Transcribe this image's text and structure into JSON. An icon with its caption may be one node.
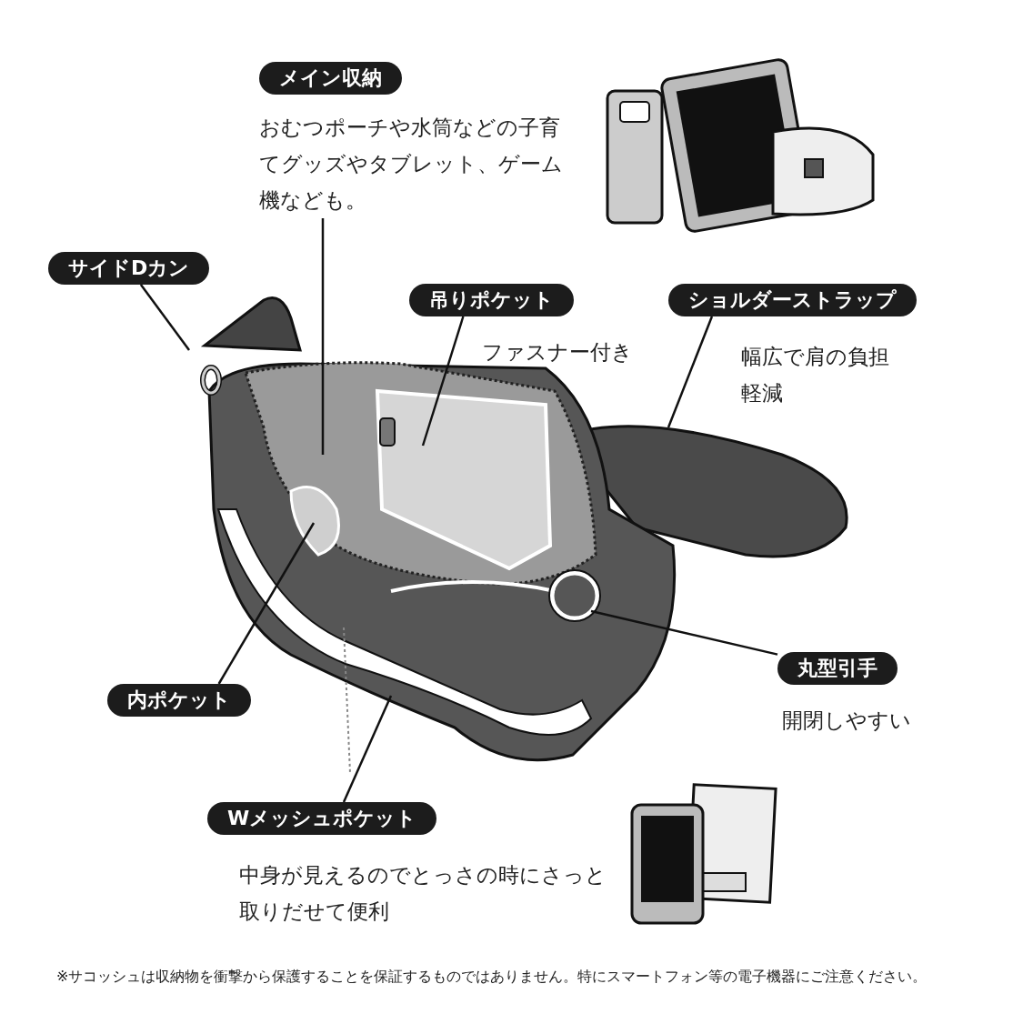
{
  "diagram": {
    "nodes": [
      {
        "text": [
          "メイン収納"
        ],
        "beside": [
          "おむつポーチや水筒などの子育てグッズやタブレット、ゲーム機なども。"
        ]
      },
      {
        "text": [
          "サイドDカン"
        ]
      },
      {
        "text": [
          "吊りポケット"
        ],
        "beside": [
          "ファスナー付き"
        ]
      },
      {
        "text": [
          "ショルダーストラップ"
        ],
        "beside": [
          "幅広で肩の負担軽減"
        ]
      },
      {
        "text": [
          "丸型引手"
        ],
        "beside": [
          "開閉しやすい"
        ]
      },
      {
        "text": [
          "内ポケット"
        ]
      },
      {
        "text": [
          "Wメッシュポケット"
        ],
        "beside": [
          "中身が見えるのでとっさの時にさっと取りだせて便利"
        ]
      }
    ],
    "edges": [
      {
        "from": 0,
        "to": null,
        "arrow": "none"
      },
      {
        "from": 1,
        "to": null,
        "arrow": "none"
      },
      {
        "from": 2,
        "to": null,
        "arrow": "none"
      },
      {
        "from": 3,
        "to": null,
        "arrow": "none"
      },
      {
        "from": 4,
        "to": null,
        "arrow": "none"
      },
      {
        "from": 5,
        "to": null,
        "arrow": "none"
      },
      {
        "from": 6,
        "to": null,
        "arrow": "none"
      }
    ],
    "labels": [
      "※サコッシュは収納物を衝撃から保護することを保証するものではありません。特にスマートフォン等の電子機器にご注意ください。"
    ]
  }
}
